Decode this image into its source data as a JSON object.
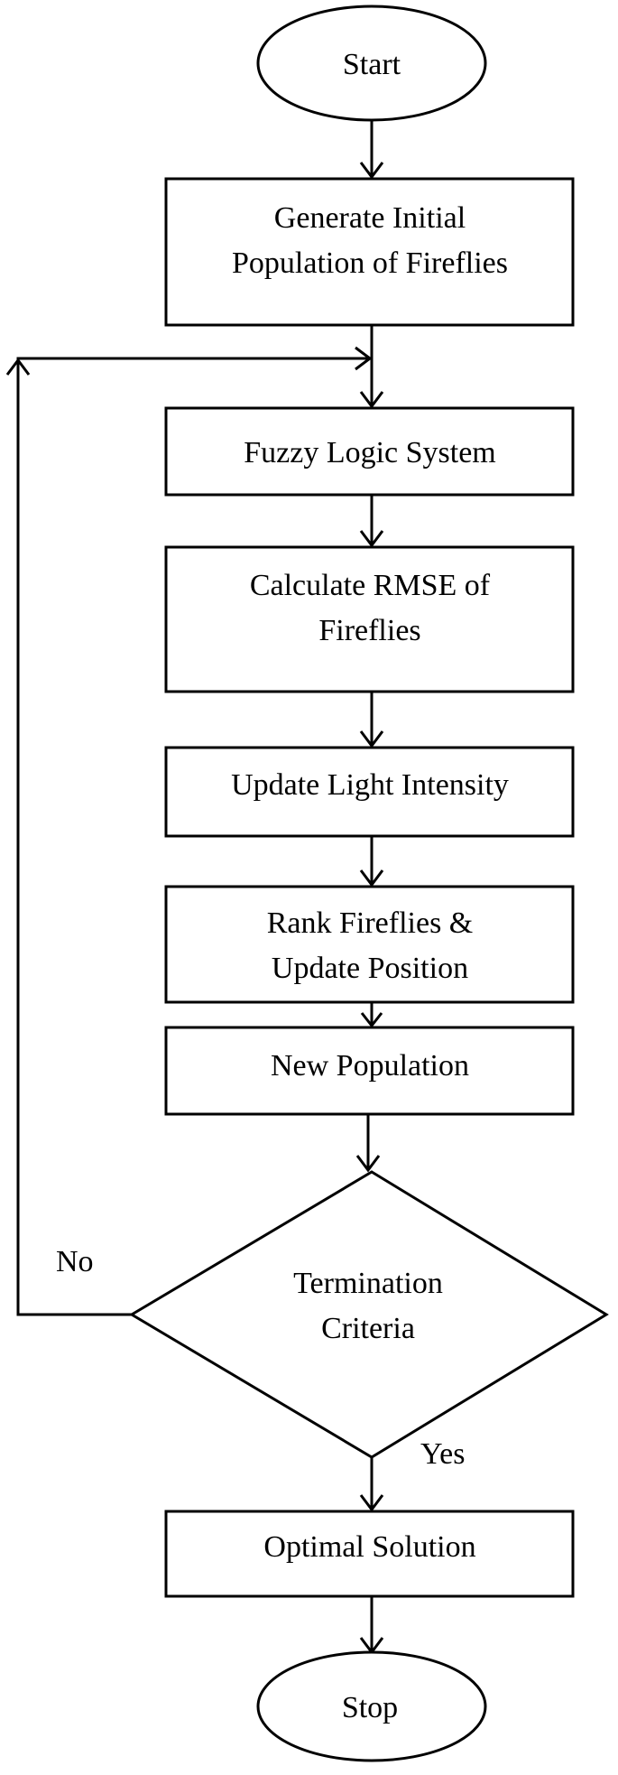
{
  "diagram": {
    "start": {
      "label": "Start"
    },
    "generate_population": {
      "line1": "Generate Initial",
      "line2": "Population of Fireflies"
    },
    "fuzzy_logic": {
      "label": "Fuzzy Logic System"
    },
    "calculate_rmse": {
      "line1": "Calculate RMSE of",
      "line2": "Fireflies"
    },
    "update_light": {
      "label": "Update Light Intensity"
    },
    "rank_update": {
      "line1": "Rank Fireflies &",
      "line2": "Update Position"
    },
    "new_population": {
      "label": "New Population"
    },
    "termination": {
      "line1": "Termination",
      "line2": "Criteria"
    },
    "optimal_solution": {
      "label": "Optimal Solution"
    },
    "stop": {
      "label": "Stop"
    },
    "edges": {
      "no": "No",
      "yes": "Yes"
    }
  }
}
